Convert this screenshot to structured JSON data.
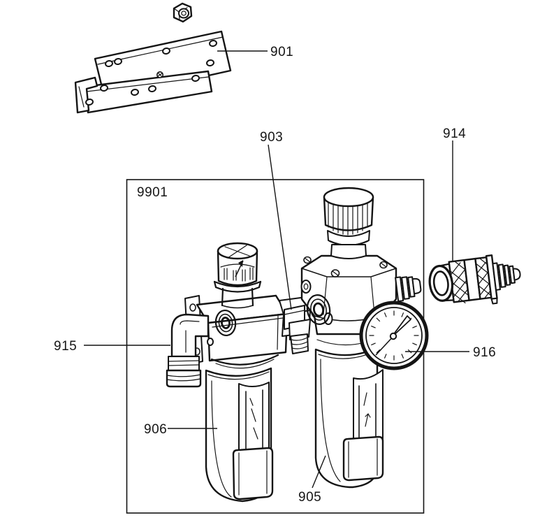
{
  "diagram": {
    "kind": "exploded-parts-diagram",
    "background": "#ffffff",
    "stroke_color": "#141414",
    "label_color": "#161616"
  },
  "callouts": {
    "bracket": {
      "label": "901",
      "target": "mounting-bracket"
    },
    "connector": {
      "label": "903",
      "target": "connector-fitting"
    },
    "coupling": {
      "label": "914",
      "target": "quick-release-coupling"
    },
    "assembly": {
      "label": "9901",
      "target": "assembly-box"
    },
    "drain": {
      "label": "915",
      "target": "drain-elbow-fitting"
    },
    "gauge": {
      "label": "916",
      "target": "pressure-gauge"
    },
    "lubricator_bowl": {
      "label": "906",
      "target": "lubricator-bowl"
    },
    "filter_bowl": {
      "label": "905",
      "target": "filter-bowl"
    }
  }
}
